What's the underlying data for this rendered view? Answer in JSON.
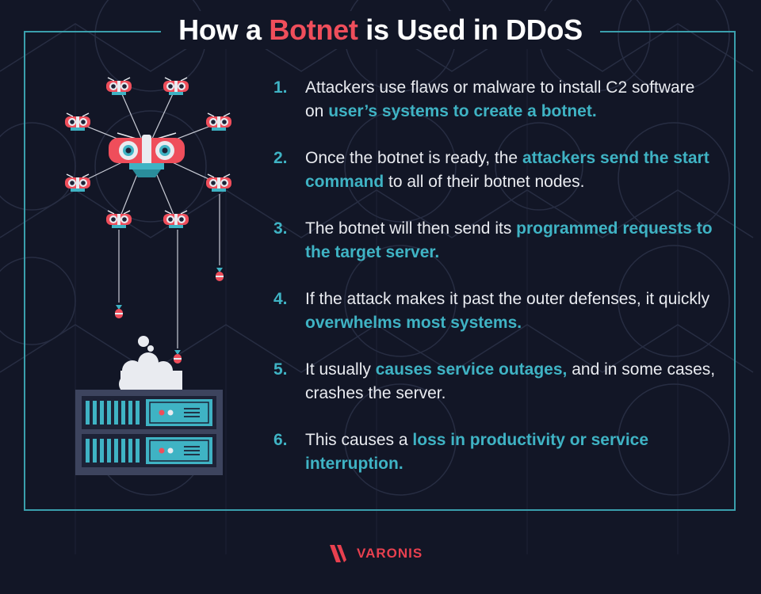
{
  "title": {
    "before": "How a ",
    "highlight": "Botnet",
    "after": " is Used in DDoS"
  },
  "steps": [
    {
      "num": "1.",
      "parts": [
        {
          "text": "Attackers use flaws or malware to install C2 software on ",
          "em": false
        },
        {
          "text": "user’s systems to create a botnet.",
          "em": true
        }
      ]
    },
    {
      "num": "2.",
      "parts": [
        {
          "text": "Once the botnet is ready, the ",
          "em": false
        },
        {
          "text": "attackers send the start command",
          "em": true
        },
        {
          "text": " to all of their botnet nodes.",
          "em": false
        }
      ]
    },
    {
      "num": "3.",
      "parts": [
        {
          "text": "The botnet will then send its ",
          "em": false
        },
        {
          "text": "programmed requests to the target server.",
          "em": true
        }
      ]
    },
    {
      "num": "4.",
      "parts": [
        {
          "text": "If the attack makes it past the outer defenses, it quickly ",
          "em": false
        },
        {
          "text": "overwhelms most systems.",
          "em": true
        }
      ]
    },
    {
      "num": "5.",
      "parts": [
        {
          "text": "It usually ",
          "em": false
        },
        {
          "text": "causes service outages,",
          "em": true
        },
        {
          "text": " and in some cases, crashes the server.",
          "em": false
        }
      ]
    },
    {
      "num": "6.",
      "parts": [
        {
          "text": "This causes a ",
          "em": false
        },
        {
          "text": "loss in productivity or service interruption.",
          "em": true
        }
      ]
    }
  ],
  "logo": {
    "text": "VARONIS"
  },
  "colors": {
    "background": "#121626",
    "accent_teal": "#3fb3c4",
    "accent_red": "#ef4e5b",
    "text": "#e9ebf0"
  }
}
